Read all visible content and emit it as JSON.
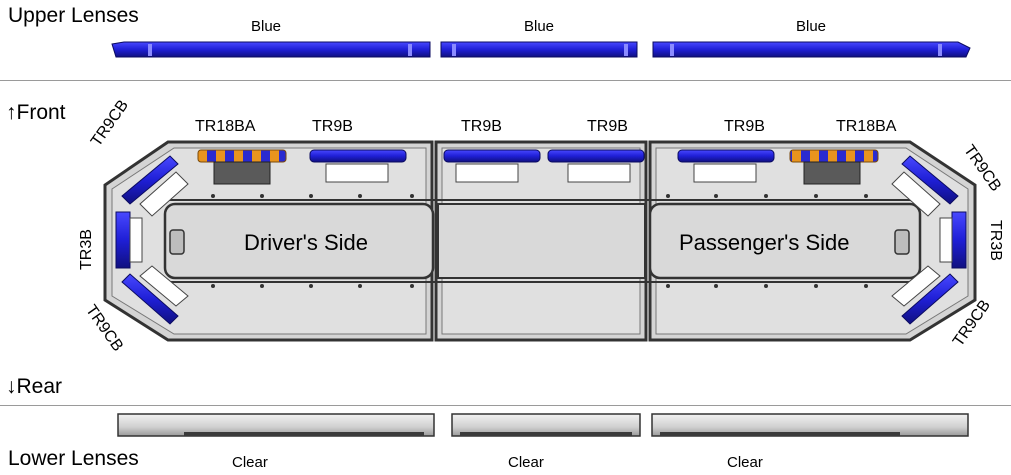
{
  "upper": {
    "title": "Upper Lenses",
    "lenses": [
      "Blue",
      "Blue",
      "Blue"
    ]
  },
  "front": {
    "arrow": "↑",
    "label": "Front"
  },
  "rear": {
    "arrow": "↓",
    "label": "Rear"
  },
  "modules": {
    "tr9cb": "TR9CB",
    "tr3b": "TR3B",
    "tr18ba": "TR18BA",
    "tr9b": "TR9B"
  },
  "sections": {
    "driver": "Driver's Side",
    "passenger": "Passenger's Side"
  },
  "lower": {
    "title": "Lower Lenses",
    "lenses": [
      "Clear",
      "Clear",
      "Clear"
    ]
  },
  "colors": {
    "blue": "#1f1fd6",
    "amber": "#e8941e",
    "body": "#d9d9d9",
    "frame": "#333333"
  }
}
